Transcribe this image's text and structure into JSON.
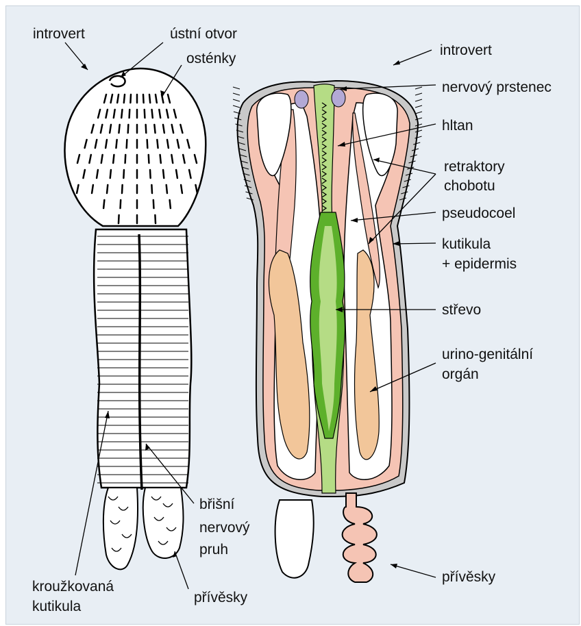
{
  "labels": {
    "left_introvert": "introvert",
    "mouth_line1": "ústní otvor",
    "mouth_line2": "osténky",
    "ventral_line1": "břišní",
    "ventral_line2": "nervový",
    "ventral_line3": "pruh",
    "annulated_line1": "kroužkovaná",
    "annulated_line2": "kutikula",
    "left_appendages": "přívěsky",
    "right_introvert": "introvert",
    "nerve_ring": "nervový prstenec",
    "pharynx": "hltan",
    "retractors_line1": "retraktory",
    "retractors_line2": "chobotu",
    "pseudocoel": "pseudocoel",
    "cuticle_line1": "kutikula",
    "cuticle_line2": "+ epidermis",
    "gut": "střevo",
    "urogenital_line1": "urino-genitální",
    "urogenital_line2": "orgán",
    "right_appendages": "přívěsky"
  },
  "colors": {
    "background": "#e8eef4",
    "cuticle_gray": "#c9c9c9",
    "body_wall_pink": "#f5c4b4",
    "gut_green": "#b5dc85",
    "gut_dark_green": "#5db02b",
    "gonad_orange": "#f2c69a",
    "nerve_purple": "#b3a9d6",
    "outline": "#000000"
  }
}
